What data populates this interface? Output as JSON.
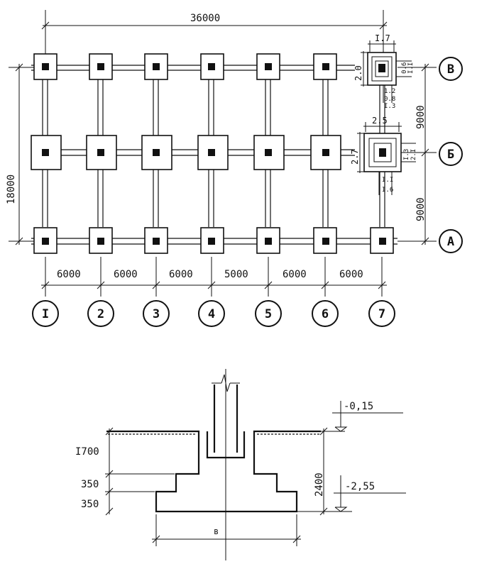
{
  "plan": {
    "overall_length": "36000",
    "overall_width": "18000",
    "bay_spacings": [
      "6000",
      "6000",
      "6000",
      "5000",
      "6000",
      "6000"
    ],
    "row_spacings": [
      "9000",
      "9000"
    ],
    "axis_numbers": [
      "I",
      "2",
      "3",
      "4",
      "5",
      "6",
      "7"
    ],
    "axis_letters": [
      "В",
      "Б",
      "А"
    ],
    "detail_top": {
      "width_label": "I.7",
      "height_label": "2.0",
      "small_dims": [
        "0.6",
        "I.I",
        "1.2",
        "0.8",
        "I.3"
      ]
    },
    "detail_mid": {
      "width_label": "2.5",
      "height_label": "2.7",
      "small_dims": [
        "I.3",
        "2.I",
        "I.I",
        "I.6"
      ]
    }
  },
  "section": {
    "elev_top": "-0,15",
    "elev_bottom": "-2,55",
    "depth_total": "2400",
    "step_heights": [
      "I700",
      "350",
      "350"
    ],
    "base_label": "в"
  }
}
